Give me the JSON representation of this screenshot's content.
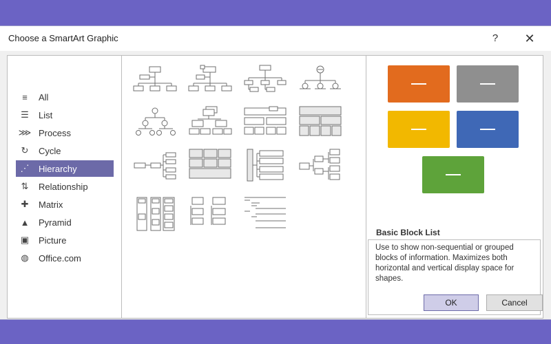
{
  "window": {
    "title": "Choose a SmartArt Graphic",
    "help": "?",
    "close": "✕"
  },
  "categories": [
    {
      "label": "All",
      "icon": "all-icon",
      "glyph": "≡"
    },
    {
      "label": "List",
      "icon": "list-icon",
      "glyph": "☰"
    },
    {
      "label": "Process",
      "icon": "process-icon",
      "glyph": "⋙"
    },
    {
      "label": "Cycle",
      "icon": "cycle-icon",
      "glyph": "↻"
    },
    {
      "label": "Hierarchy",
      "icon": "hierarchy-icon",
      "glyph": "⋰",
      "selected": true
    },
    {
      "label": "Relationship",
      "icon": "relationship-icon",
      "glyph": "⇅"
    },
    {
      "label": "Matrix",
      "icon": "matrix-icon",
      "glyph": "✚"
    },
    {
      "label": "Pyramid",
      "icon": "pyramid-icon",
      "glyph": "▲"
    },
    {
      "label": "Picture",
      "icon": "picture-icon",
      "glyph": "▣"
    },
    {
      "label": "Office.com",
      "icon": "globe-icon",
      "glyph": "◍"
    }
  ],
  "preview": {
    "swatch_colors": [
      "#e26b1e",
      "#8f8f8f",
      "#f2b800",
      "#3f68b6",
      "#5ea33a"
    ],
    "layout_name": "Basic Block List",
    "description": "Use to show non-sequential or grouped blocks of information. Maximizes both horizontal and vertical display space for shapes."
  },
  "buttons": {
    "ok": "OK",
    "cancel": "Cancel"
  }
}
